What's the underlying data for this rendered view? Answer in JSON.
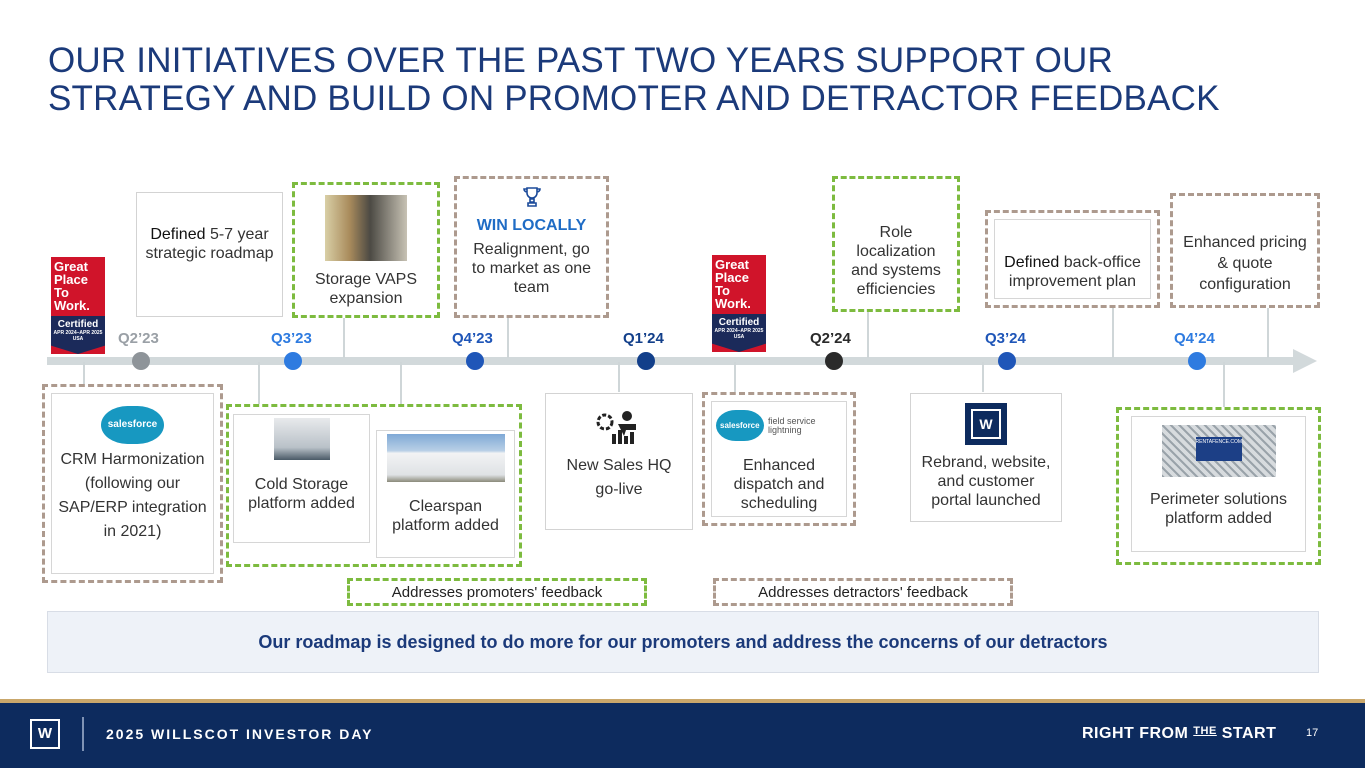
{
  "title": {
    "line1": "OUR INITIATIVES OVER THE PAST TWO YEARS SUPPORT OUR",
    "line2": "STRATEGY AND BUILD ON PROMOTER AND DETRACTOR FEEDBACK"
  },
  "timeline": {
    "quarters": [
      "Q2’23",
      "Q3’23",
      "Q4’23",
      "Q1’24",
      "Q2’24",
      "Q3’24",
      "Q4’24"
    ]
  },
  "badges": {
    "brand": "Great Place To Work.",
    "certified": "Certified",
    "dates": "APR 2024–APR 2025",
    "country": "USA"
  },
  "top_items": {
    "roadmap": {
      "bold": "Defined",
      "rest": "5-7 year strategic roadmap"
    },
    "storage_vaps": "Storage VAPS expansion",
    "win_locally": {
      "heading": "WIN LOCALLY",
      "text": "Realignment, go to market as one team"
    },
    "role_localization": "Role localization and systems efficiencies",
    "back_office": {
      "bold": "Defined",
      "rest": "back-office improvement plan"
    },
    "pricing": "Enhanced pricing & quote configuration"
  },
  "bottom_items": {
    "crm": {
      "logo": "salesforce",
      "text": "CRM Harmonization (following our SAP/ERP integration in 2021)"
    },
    "cold_storage": "Cold Storage platform added",
    "clearspan": "Clearspan platform added",
    "sales_hq": "New Sales HQ go-live",
    "dispatch": {
      "logo": "salesforce",
      "logo_sub": "field service lightning",
      "text": "Enhanced dispatch and scheduling"
    },
    "rebrand": {
      "logo": "W",
      "text": "Rebrand, website, and customer portal launched"
    },
    "perimeter": {
      "sign": "RENTAFENCE.COM",
      "text": "Perimeter solutions platform added"
    }
  },
  "legend": {
    "promoters": "Addresses promoters' feedback",
    "detractors": "Addresses detractors' feedback"
  },
  "banner": "Our roadmap is designed to do more for our promoters and address the concerns of our detractors",
  "footer": {
    "logo": "W",
    "event": "2025 WILLSCOT INVESTOR DAY",
    "tagline_a": "RIGHT FROM",
    "tagline_the": "THE",
    "tagline_b": "START",
    "page": "17"
  },
  "colors": {
    "title": "#1b3a7a",
    "promoter_border": "#7dbb3f",
    "detractor_border": "#ad9a8e",
    "quarter_blue": "#2e6fd0",
    "footer_bg": "#0d2b5e",
    "footer_accent": "#c9a76b"
  },
  "icons": [
    "salesforce-logo-icon",
    "trophy-icon",
    "sales-growth-icon",
    "willscot-w-icon",
    "photo-icon"
  ]
}
